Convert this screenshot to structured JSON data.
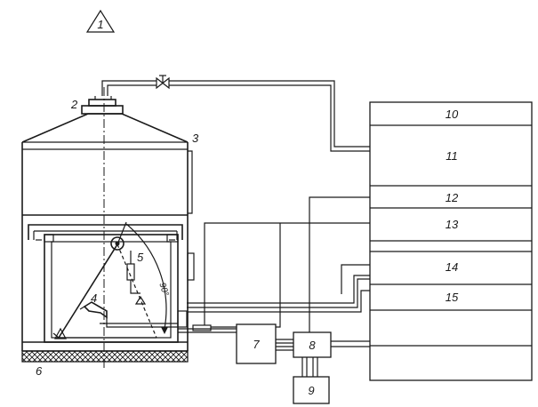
{
  "mark": "1",
  "angle_label": "90°",
  "labels": {
    "n2": "2",
    "n3": "3",
    "n4": "4",
    "n5": "5",
    "n6": "6",
    "n7": "7",
    "n8": "8",
    "n9": "9",
    "n10": "10",
    "n11": "11",
    "n12": "12",
    "n13": "13",
    "n14": "14",
    "n15": "15"
  }
}
